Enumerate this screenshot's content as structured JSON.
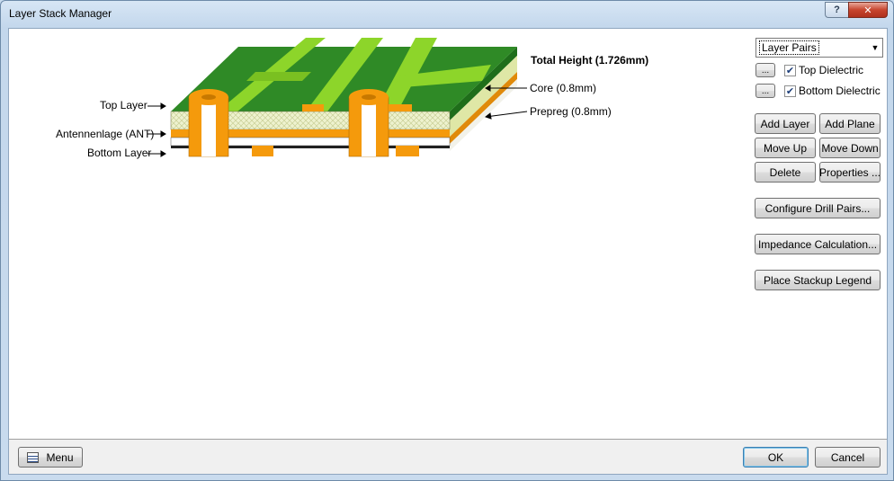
{
  "window": {
    "title": "Layer Stack Manager"
  },
  "caption": {
    "help": "?",
    "close": "✕"
  },
  "diagram": {
    "total_height": "Total Height (1.726mm)",
    "labels": {
      "top_layer": "Top Layer",
      "antenna_layer": "Antennenlage (ANT)",
      "bottom_layer": "Bottom Layer",
      "core": "Core (0.8mm)",
      "prepreg": "Prepreg (0.8mm)"
    },
    "colors": {
      "copper": "#f59a0c",
      "soldermask": "#2f8a26",
      "trace": "#8dd52a",
      "dielectric": "#e9eec4"
    }
  },
  "right_panel": {
    "view_select": "Layer Pairs",
    "top_dielectric": {
      "dots": "...",
      "label": "Top Dielectric",
      "checked": true
    },
    "bottom_dielectric": {
      "dots": "...",
      "label": "Bottom Dielectric",
      "checked": true
    },
    "buttons": {
      "add_layer": "Add Layer",
      "add_plane": "Add Plane",
      "move_up": "Move Up",
      "move_down": "Move Down",
      "delete": "Delete",
      "properties": "Properties ...",
      "configure_drill_pairs": "Configure Drill Pairs...",
      "impedance_calculation": "Impedance Calculation...",
      "place_stackup_legend": "Place Stackup Legend"
    }
  },
  "footer": {
    "menu": "Menu",
    "ok": "OK",
    "cancel": "Cancel"
  }
}
